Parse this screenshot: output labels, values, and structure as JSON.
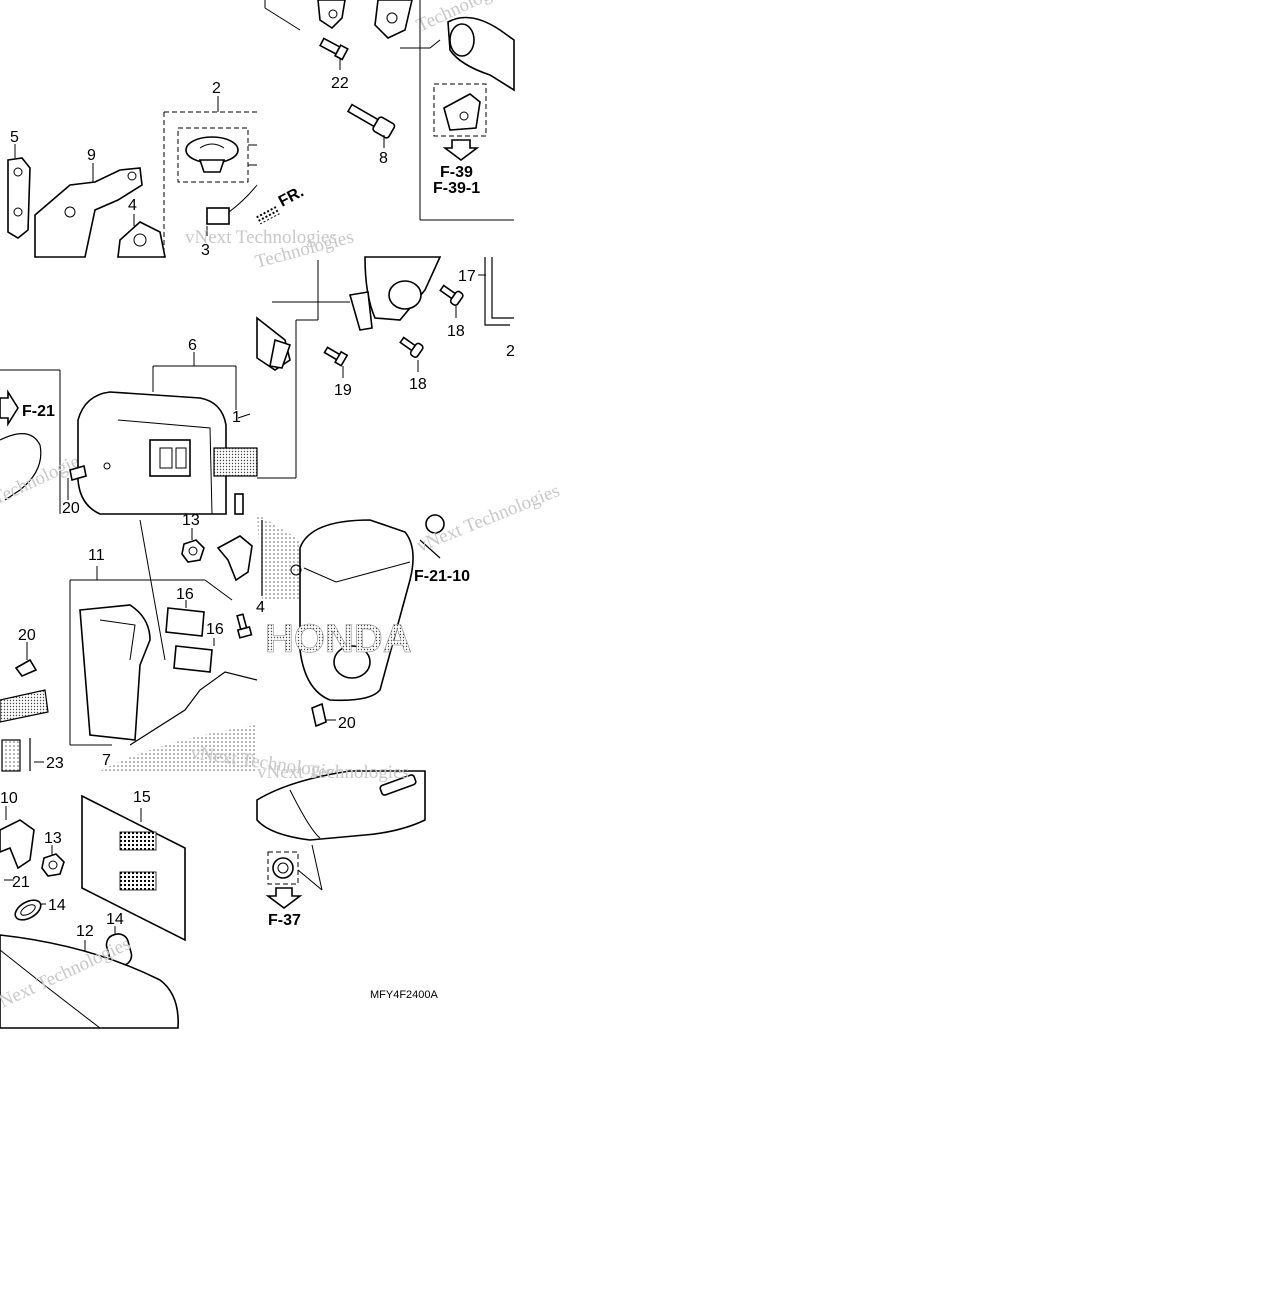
{
  "diagram": {
    "labels": {
      "l2": "2",
      "l3": "3",
      "l4": "4",
      "l4b": "4",
      "l5": "5",
      "l6": "6",
      "l7": "7",
      "l8": "8",
      "l9": "9",
      "l10": "10",
      "l11": "11",
      "l12": "12",
      "l13a": "13",
      "l13b": "13",
      "l14a": "14",
      "l14b": "14",
      "l15": "15",
      "l16a": "16",
      "l16b": "16",
      "l17": "17",
      "l18a": "18",
      "l18b": "18",
      "l19": "19",
      "l20a": "20",
      "l20b": "20",
      "l20c": "20",
      "l21": "21",
      "l22": "22",
      "l23": "23",
      "l1": "1",
      "l2b": "2"
    },
    "refs": {
      "f39": "F-39",
      "f391": "F-39-1",
      "f21": "F-21",
      "f2110": "F-21-10",
      "f37": "F-37"
    },
    "front_arrow": "FR.",
    "code": "MFY4F2400A",
    "brand": "HONDA",
    "watermarks": {
      "a": "Technologies",
      "b": "vNext Technologies",
      "c": "vNext Technologies",
      "d": "vNext Technologies",
      "e": "Technologies",
      "f": "Technologies",
      "g": "vNext Technologies",
      "h": "vNext Technologies"
    }
  }
}
